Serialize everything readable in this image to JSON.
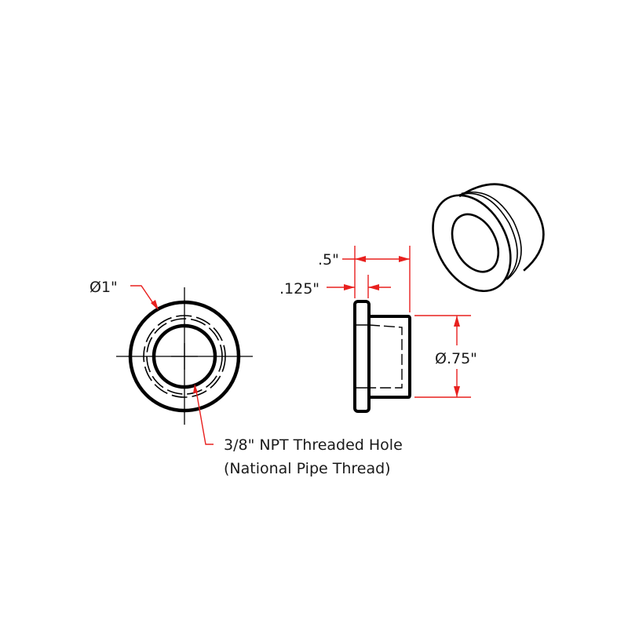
{
  "drawing": {
    "colors": {
      "outline": "#000000",
      "dimension": "#e8201e",
      "text": "#1a1a1a",
      "background": "#ffffff"
    },
    "front_view": {
      "outer_diameter_label": "Ø1\"",
      "hole_callout_line1": "3/8\" NPT Threaded Hole",
      "hole_callout_line2": "(National Pipe Thread)"
    },
    "side_view": {
      "length_label": ".5\"",
      "flange_thickness_label": ".125\"",
      "body_diameter_label": "Ø.75\""
    },
    "iso_view": {
      "description": "isometric flanged bushing"
    }
  }
}
